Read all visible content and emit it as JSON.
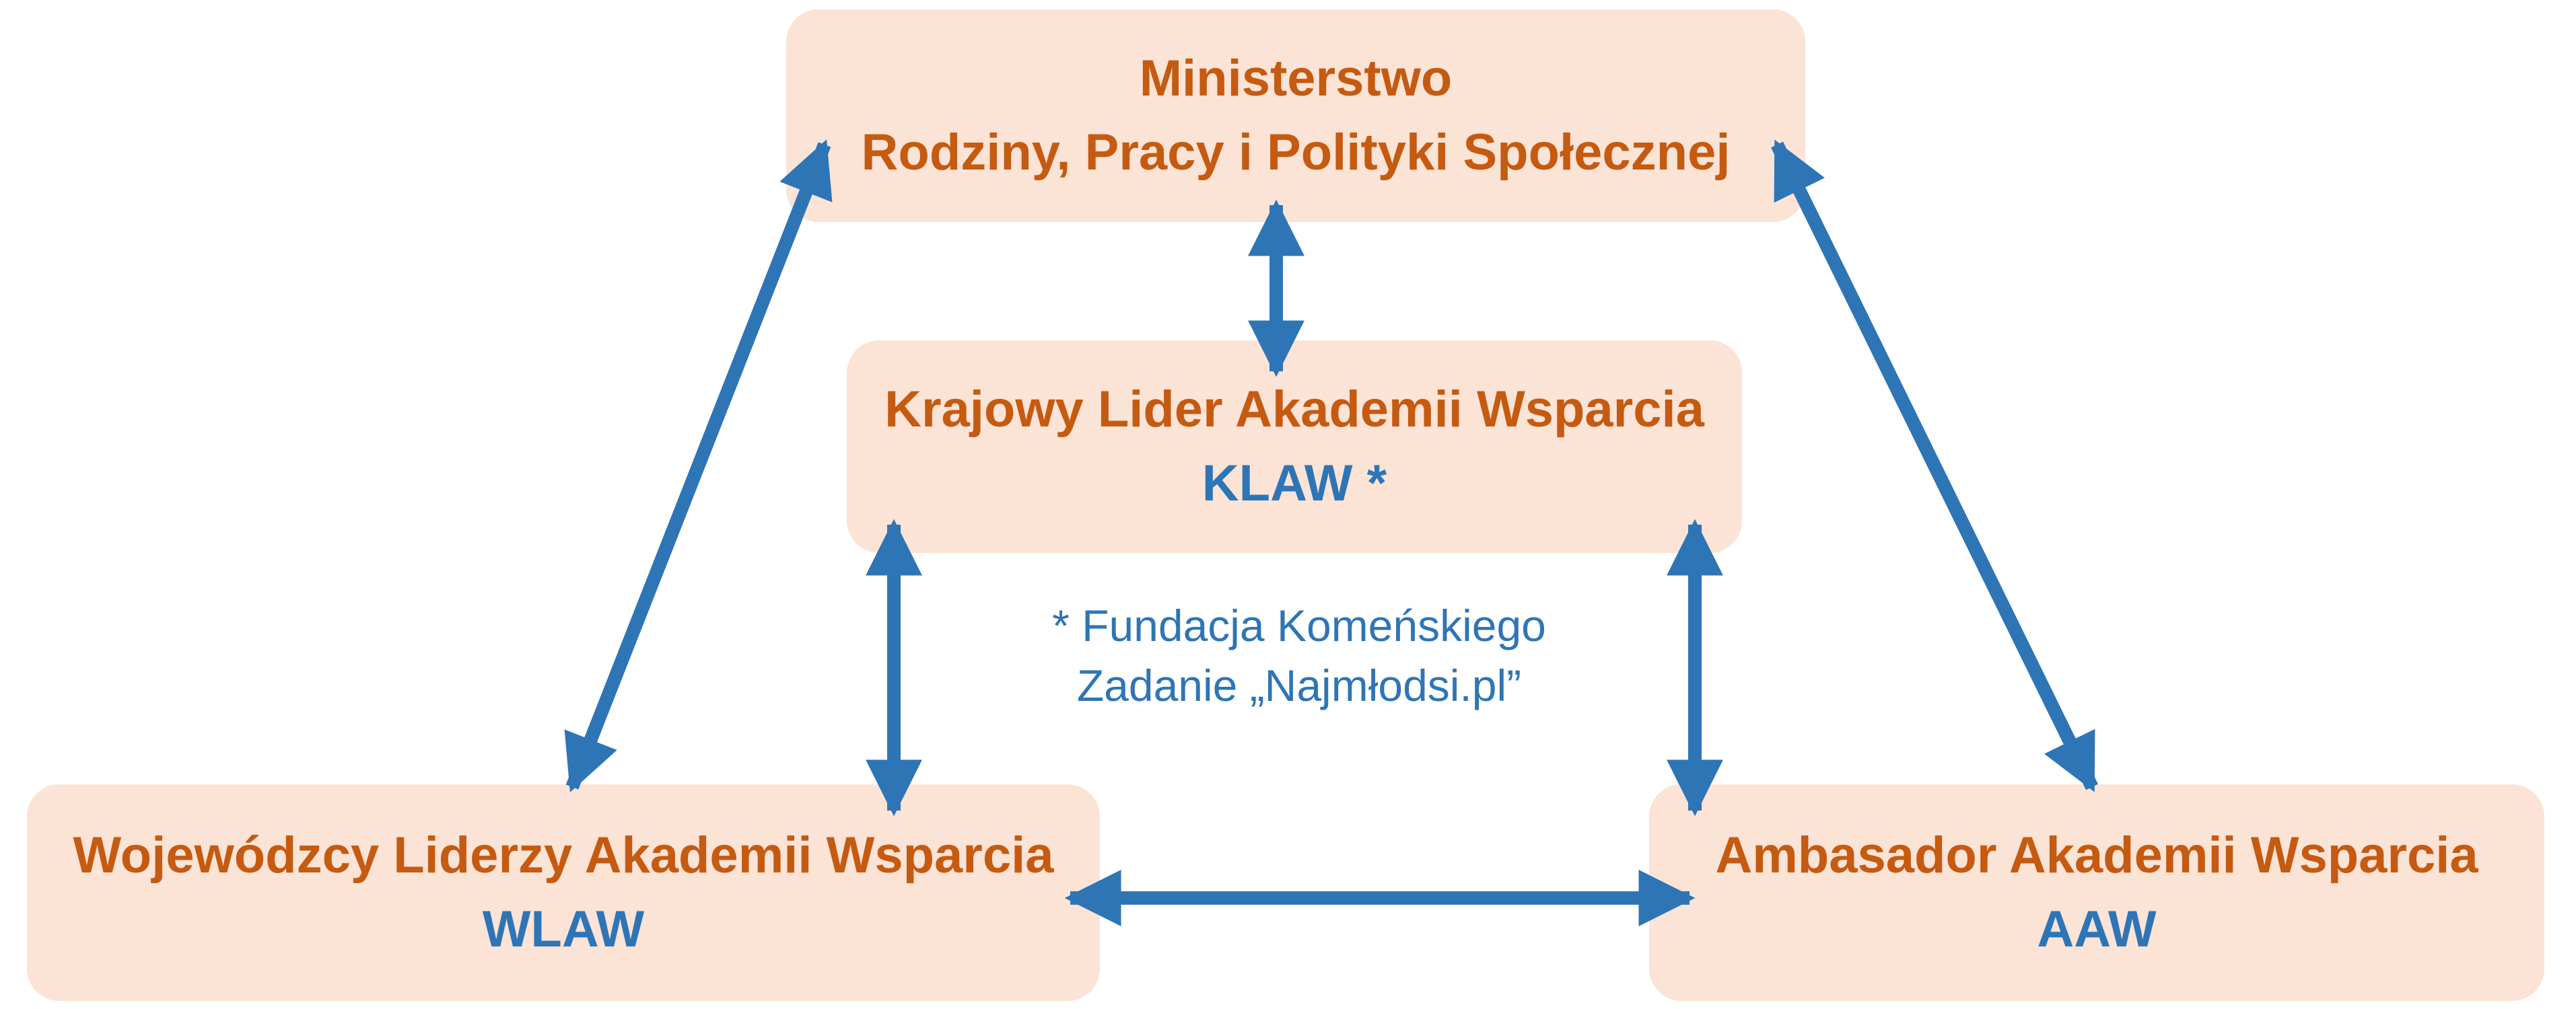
{
  "colors": {
    "box_fill": "#fbe3d6",
    "title_text": "#c55a11",
    "accent_blue": "#2e75b6",
    "arrow": "#2e75b6"
  },
  "ministry": {
    "line1": "Ministerstwo",
    "line2": "Rodziny, Pracy i Polityki Społecznej"
  },
  "klaw": {
    "title": "Krajowy Lider Akademii Wsparcia",
    "abbr": "KLAW *"
  },
  "wlaw": {
    "title": "Wojewódzcy Liderzy Akademii Wsparcia",
    "abbr": "WLAW"
  },
  "aaw": {
    "title": "Ambasador Akademii Wsparcia",
    "abbr": "AAW"
  },
  "note": {
    "line1": "* Fundacja Komeńskiego",
    "line2": "Zadanie „Najmłodsi.pl”"
  }
}
